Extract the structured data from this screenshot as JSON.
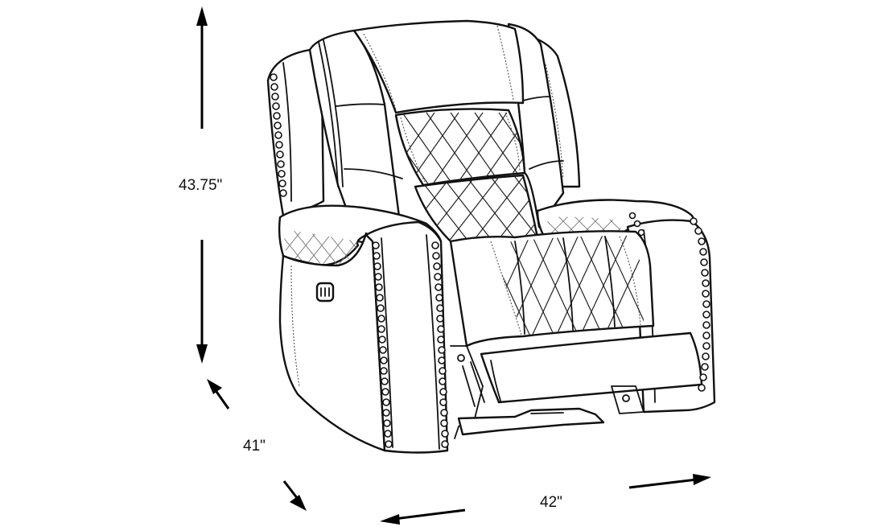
{
  "diagram": {
    "subject": "Power recliner chair line drawing",
    "style": "black-and-white sketch outline",
    "dimensions": {
      "height": {
        "label": "43.75\"",
        "orientation": "vertical"
      },
      "depth": {
        "label": "41\"",
        "orientation": "diagonal"
      },
      "width": {
        "label": "42\"",
        "orientation": "horizontal-perspective"
      }
    },
    "features": {
      "power_button_icon": "power-control-icon",
      "nailhead_trim": true,
      "diamond_stitching_panels": [
        "upper-back",
        "lower-back",
        "seat",
        "arm-fronts"
      ]
    },
    "colors": {
      "line": "#111111",
      "background": "#ffffff"
    }
  }
}
